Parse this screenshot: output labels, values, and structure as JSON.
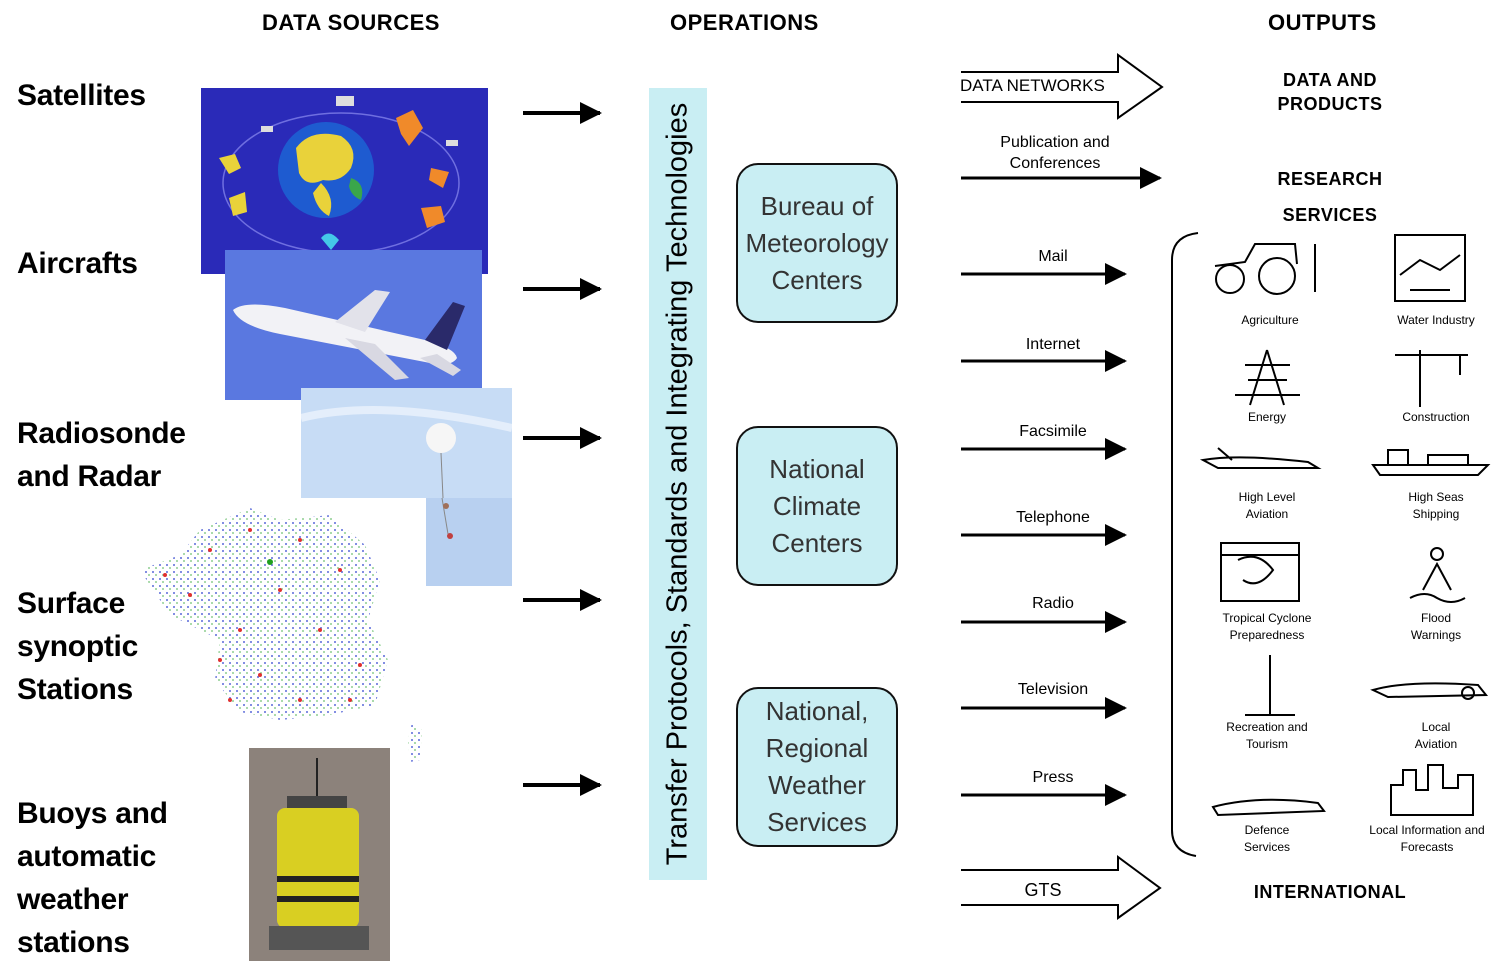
{
  "headers": {
    "data_sources": "DATA SOURCES",
    "operations": "OPERATIONS",
    "outputs": "OUTPUTS"
  },
  "sources": [
    {
      "label": "Satellites"
    },
    {
      "label": "Aircrafts"
    },
    {
      "label": "Radiosonde and Radar"
    },
    {
      "label": "Surface synoptic Stations"
    },
    {
      "label": "Buoys and automatic weather stations"
    }
  ],
  "operations": {
    "bar_text": "Transfer Protocols, Standards and Integrating Technologies",
    "centers": [
      {
        "label": "Bureau of Meteorology Centers"
      },
      {
        "label": "National Climate Centers"
      },
      {
        "label": "National, Regional Weather Services"
      }
    ]
  },
  "channels": {
    "data_networks": "DATA NETWORKS",
    "publication": "Publication and Conferences",
    "mail": "Mail",
    "internet": "Internet",
    "facsimile": "Facsimile",
    "telephone": "Telephone",
    "radio": "Radio",
    "television": "Television",
    "press": "Press",
    "gts": "GTS"
  },
  "outputs": {
    "data_products": "DATA AND PRODUCTS",
    "research": "RESEARCH",
    "services": "SERVICES",
    "international": "INTERNATIONAL"
  },
  "services": [
    {
      "label": "Agriculture",
      "icon": "tractor-icon"
    },
    {
      "label": "Water Industry",
      "icon": "water-icon"
    },
    {
      "label": "Energy",
      "icon": "power-pylon-icon"
    },
    {
      "label": "Construction",
      "icon": "crane-icon"
    },
    {
      "label": "High Level Aviation",
      "icon": "jet-icon"
    },
    {
      "label": "High Seas Shipping",
      "icon": "ship-icon"
    },
    {
      "label": "Tropical Cyclone Preparedness",
      "icon": "cyclone-chart-icon"
    },
    {
      "label": "Flood Warnings",
      "icon": "flood-icon"
    },
    {
      "label": "Recreation and Tourism",
      "icon": "recreation-icon"
    },
    {
      "label": "Local Aviation",
      "icon": "small-plane-icon"
    },
    {
      "label": "Defence Services",
      "icon": "defence-plane-icon"
    },
    {
      "label": "Local Information and Forecasts",
      "icon": "city-icon"
    }
  ],
  "colors": {
    "operations_fill": "#c9eef3",
    "satellite_bg": "#2a2ab8",
    "sky_bg": "#5a78e0",
    "balloon_sky": "#c7dcf5"
  }
}
